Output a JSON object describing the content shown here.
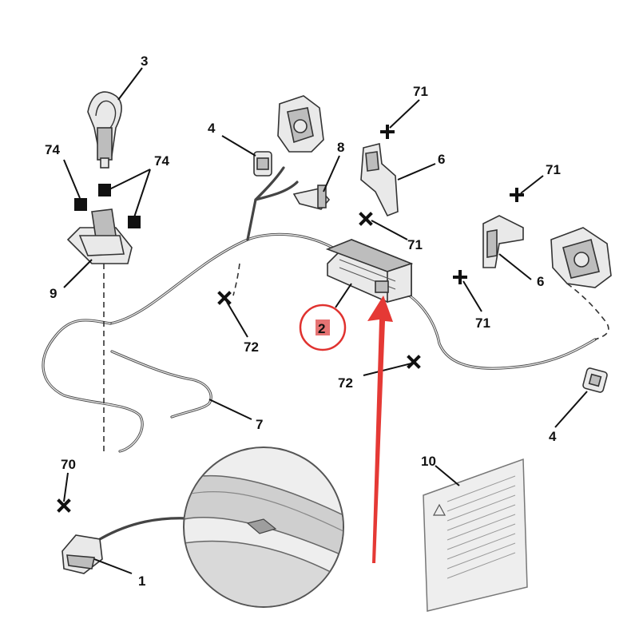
{
  "callouts": {
    "c1": "1",
    "c2": "2",
    "c3": "3",
    "c4a": "4",
    "c4b": "4",
    "c6a": "6",
    "c6b": "6",
    "c7": "7",
    "c8": "8",
    "c9": "9",
    "c10": "10",
    "c70": "70",
    "c71a": "71",
    "c71b": "71",
    "c71c": "71",
    "c71d": "71",
    "c72a": "72",
    "c72b": "72",
    "c74a": "74",
    "c74b": "74"
  },
  "highlight": {
    "circle_color": "#e0322f",
    "label_bg": "#e57373",
    "arrow_color": "#e53935"
  }
}
